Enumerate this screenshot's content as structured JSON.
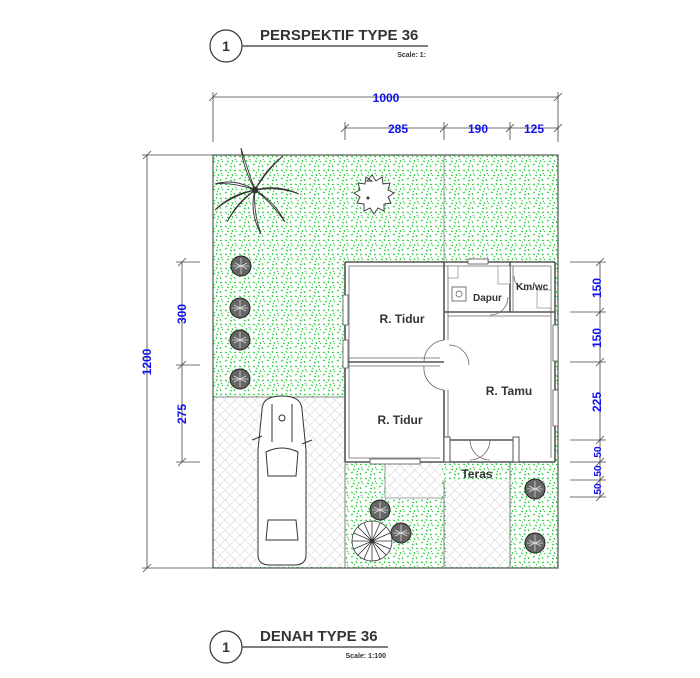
{
  "top_title": {
    "number": "1",
    "text": "PERSPEKTIF TYPE 36",
    "scale": "Scale: 1:"
  },
  "bottom_title": {
    "number": "1",
    "text": "DENAH TYPE 36",
    "scale": "Scale: 1:100"
  },
  "dimensions": {
    "overall_width": "1000",
    "top_segments": [
      "285",
      "190",
      "125"
    ],
    "overall_height": "1200",
    "left_segments": [
      "300",
      "275"
    ],
    "right_segments": [
      "150",
      "150",
      "225",
      "50",
      "50",
      "50"
    ]
  },
  "rooms": {
    "bedroom_1": "R. Tidur",
    "bedroom_2": "R. Tidur",
    "kitchen": "Dapur",
    "bathroom": "Km/wc",
    "living_room": "R. Tamu",
    "terrace": "Teras"
  },
  "colors": {
    "grass": "#2ecc40",
    "dimension_text": "#1010ee",
    "line": "#555555"
  }
}
